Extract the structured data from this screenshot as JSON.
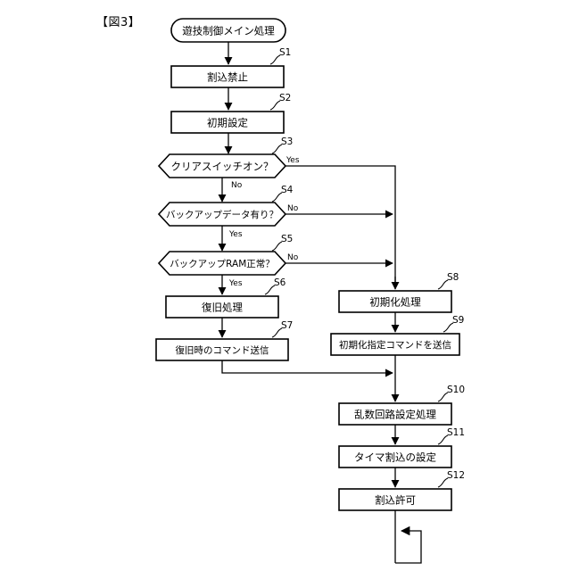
{
  "figure": {
    "label": "【図3】",
    "title": "遊技制御メイン処理"
  },
  "diagram": {
    "type": "flowchart",
    "start_node": {
      "id": "start",
      "shape": "stadium",
      "text": "遊技制御メイン処理"
    },
    "nodes": [
      {
        "id": "S1",
        "step": "S1",
        "shape": "process",
        "text": "割込禁止",
        "column": "left"
      },
      {
        "id": "S2",
        "step": "S2",
        "shape": "process",
        "text": "初期設定",
        "column": "left"
      },
      {
        "id": "S3",
        "step": "S3",
        "shape": "decision",
        "text": "クリアスイッチオン？",
        "column": "left"
      },
      {
        "id": "S4",
        "step": "S4",
        "shape": "decision",
        "text": "バックアップデータ有り？",
        "column": "left"
      },
      {
        "id": "S5",
        "step": "S5",
        "shape": "decision",
        "text": "バックアップRAM正常？",
        "column": "left"
      },
      {
        "id": "S6",
        "step": "S6",
        "shape": "process",
        "text": "復旧処理",
        "column": "left"
      },
      {
        "id": "S7",
        "step": "S7",
        "shape": "process",
        "text": "復旧時のコマンド送信",
        "column": "left"
      },
      {
        "id": "S8",
        "step": "S8",
        "shape": "process",
        "text": "初期化処理",
        "column": "right"
      },
      {
        "id": "S9",
        "step": "S9",
        "shape": "process",
        "text": "初期化指定コマンドを送信",
        "column": "right"
      },
      {
        "id": "S10",
        "step": "S10",
        "shape": "process",
        "text": "乱数回路設定処理",
        "column": "right"
      },
      {
        "id": "S11",
        "step": "S11",
        "shape": "process",
        "text": "タイマ割込の設定",
        "column": "right"
      },
      {
        "id": "S12",
        "step": "S12",
        "shape": "process",
        "text": "割込許可",
        "column": "right"
      }
    ],
    "branch_labels": {
      "s3_yes": "Yes",
      "s3_no": "No",
      "s4_no": "No",
      "s4_yes": "Yes",
      "s5_no": "No",
      "s5_yes": "Yes"
    },
    "colors": {
      "stroke": "#000000",
      "fill": "#ffffff",
      "text": "#000000"
    }
  }
}
